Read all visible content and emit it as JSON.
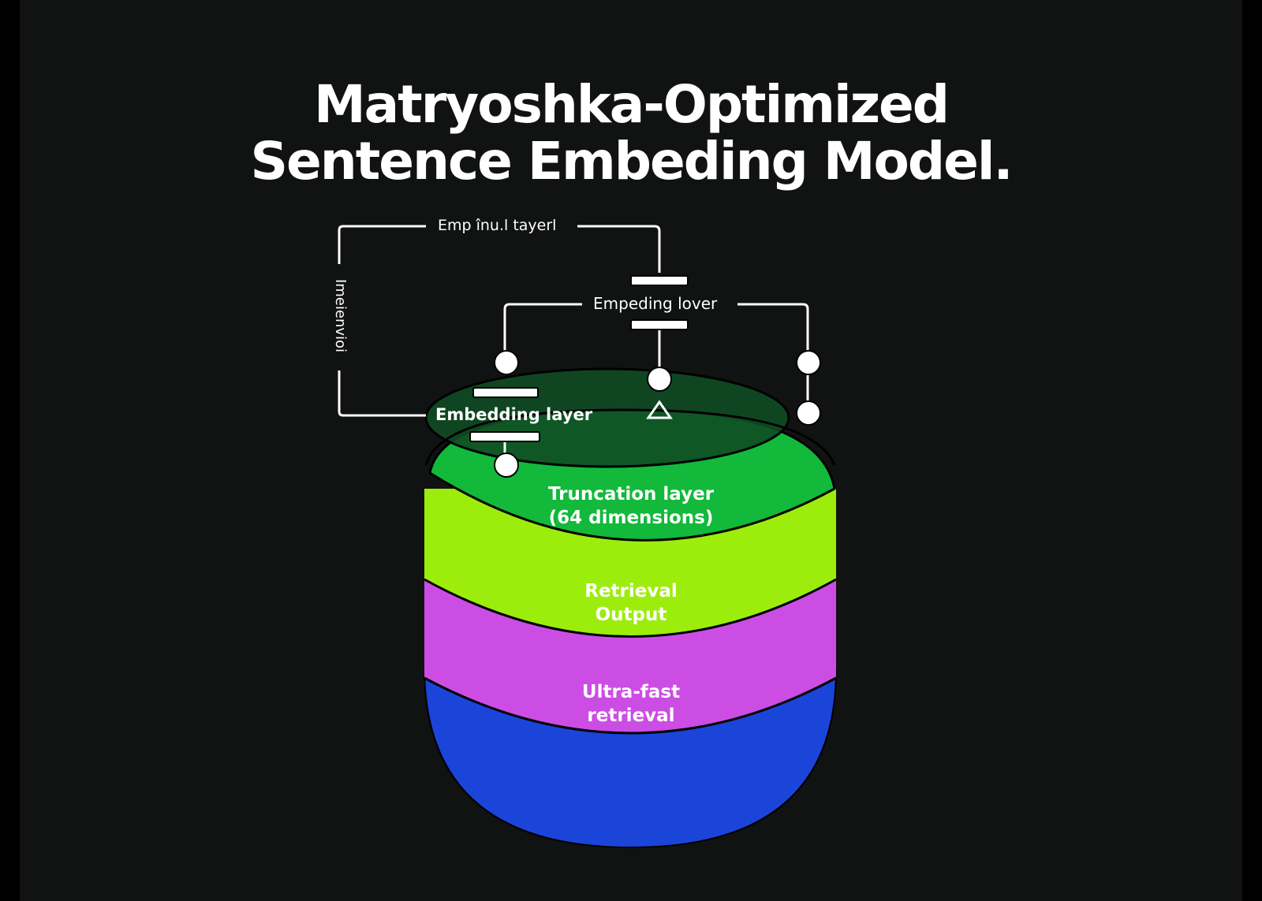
{
  "title": {
    "line1": "Matryoshka-Optimized",
    "line2": "Sentence Embeding Model."
  },
  "labels": {
    "top": "Emp înu.l tayerl",
    "middle": "Empeding lover",
    "left": "Embedding layer",
    "vertical": "Imeienvioi"
  },
  "layers": [
    {
      "line1": "Truncation layer",
      "line2": "(64 dimensions)",
      "color": "#12b93b"
    },
    {
      "line1": "Retrieval",
      "line2": "Output",
      "color": "#9ded0c"
    },
    {
      "line1": "Ultra-fast",
      "line2": "retrieval",
      "color": "#cc4de3"
    },
    {
      "line1": "",
      "line2": "",
      "color": "#1b44d9"
    }
  ],
  "colors": {
    "background": "#111312",
    "top_disc": "#0f4d23",
    "stroke": "#ffffff"
  }
}
